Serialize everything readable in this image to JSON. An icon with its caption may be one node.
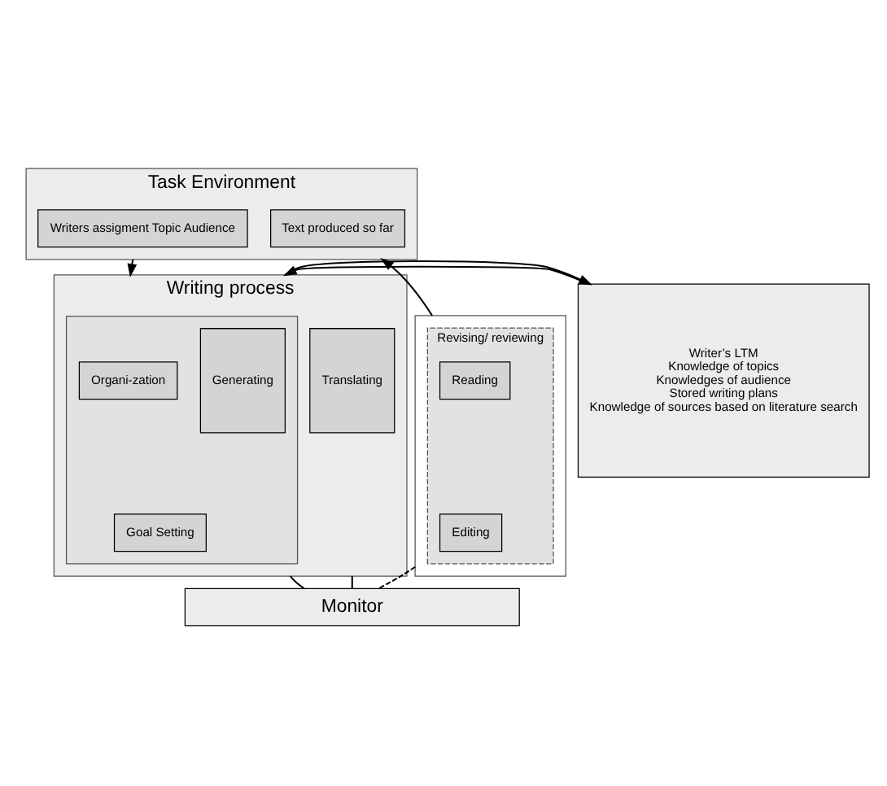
{
  "diagram": {
    "nodes": [
      {
        "text": [
          "Task Environment"
        ]
      },
      {
        "text": [
          "Writers assigment Topic Audience"
        ],
        "in": 0
      },
      {
        "text": [
          "Text produced so far"
        ],
        "in": 0
      },
      {
        "text": [
          "Writer’s LTM",
          "Knowledge of topics",
          "Knowledges of audience",
          "Stored writing plans",
          "Knowledge of sources based on literature search"
        ]
      },
      {
        "text": [
          "Writing process"
        ]
      },
      {
        "text": [],
        "shape": "box",
        "in": 4
      },
      {
        "text": [
          "Generating"
        ],
        "in": 5
      },
      {
        "text": [
          "Organi-zation"
        ],
        "in": 5
      },
      {
        "text": [
          "Goal Setting"
        ],
        "in": 5
      },
      {
        "text": [
          "Translating"
        ],
        "in": 4
      },
      {
        "text": [],
        "shape": "box"
      },
      {
        "text": [
          "Revising/ reviewing"
        ],
        "in": 10
      },
      {
        "text": [
          "Reading"
        ],
        "in": 11
      },
      {
        "text": [
          "Editing"
        ],
        "in": 11
      },
      {
        "text": [
          "Monitor"
        ]
      }
    ],
    "edges": [
      {
        "from": 0,
        "to": 4,
        "arrow": "to"
      },
      {
        "from": 10,
        "to": 0,
        "arrow": "to"
      },
      {
        "from": 3,
        "to": 4,
        "arrow": "to"
      },
      {
        "from": 4,
        "to": 3,
        "arrow": "to"
      },
      {
        "from": 4,
        "to": 14,
        "arrow": "none"
      },
      {
        "from": 4,
        "to": 14,
        "arrow": "none"
      },
      {
        "from": 10,
        "to": 14,
        "arrow": "none",
        "style": "dashed"
      }
    ]
  }
}
